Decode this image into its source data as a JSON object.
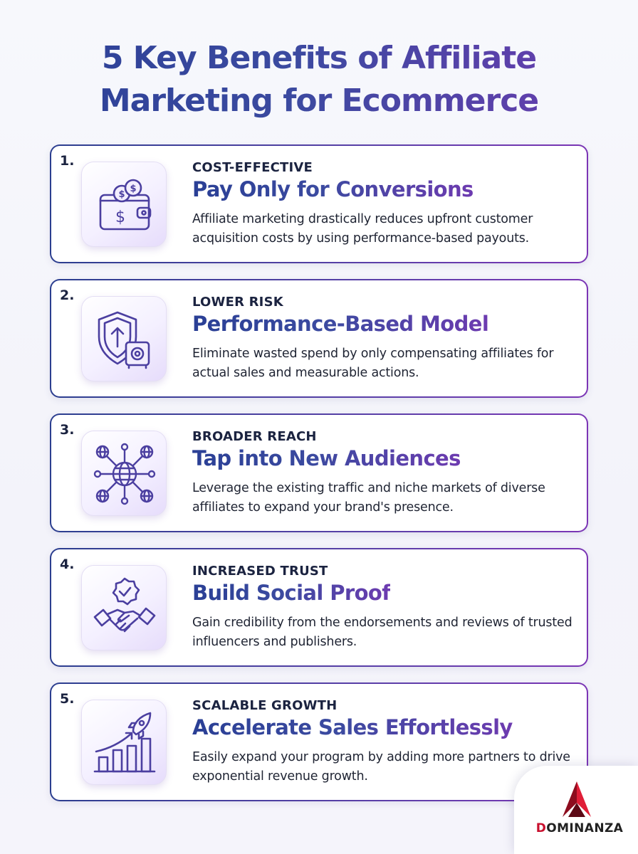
{
  "title": {
    "line1": "5 Key Benefits of Affiliate",
    "line2": "Marketing for Ecommerce"
  },
  "colors": {
    "navy": "#2a3f95",
    "purple": "#6d3bb0",
    "text": "#1f2433",
    "logo_red": "#c8102e"
  },
  "benefits": [
    {
      "number": "1.",
      "icon": "wallet-coins-icon",
      "eyebrow": "COST-EFFECTIVE",
      "heading": "Pay Only for Conversions",
      "description": "Affiliate marketing drastically reduces upfront customer acquisition costs by using performance-based payouts."
    },
    {
      "number": "2.",
      "icon": "shield-safe-icon",
      "eyebrow": "LOWER RISK",
      "heading": "Performance-Based Model",
      "description": "Eliminate wasted spend by only compensating affiliates for actual sales and measurable actions."
    },
    {
      "number": "3.",
      "icon": "globe-network-icon",
      "eyebrow": "BROADER REACH",
      "heading": "Tap into New Audiences",
      "description": "Leverage the existing traffic and niche markets of diverse affiliates to expand your brand's presence."
    },
    {
      "number": "4.",
      "icon": "handshake-icon",
      "eyebrow": "INCREASED TRUST",
      "heading": "Build Social Proof",
      "description": "Gain credibility from the endorsements and reviews of trusted influencers and publishers."
    },
    {
      "number": "5.",
      "icon": "rocket-growth-chart-icon",
      "eyebrow": "SCALABLE GROWTH",
      "heading": "Accelerate Sales Effortlessly",
      "description": "Easily expand your program by adding more partners to drive exponential revenue growth."
    }
  ],
  "logo": {
    "first_letter": "D",
    "rest": "OMINANZA"
  }
}
